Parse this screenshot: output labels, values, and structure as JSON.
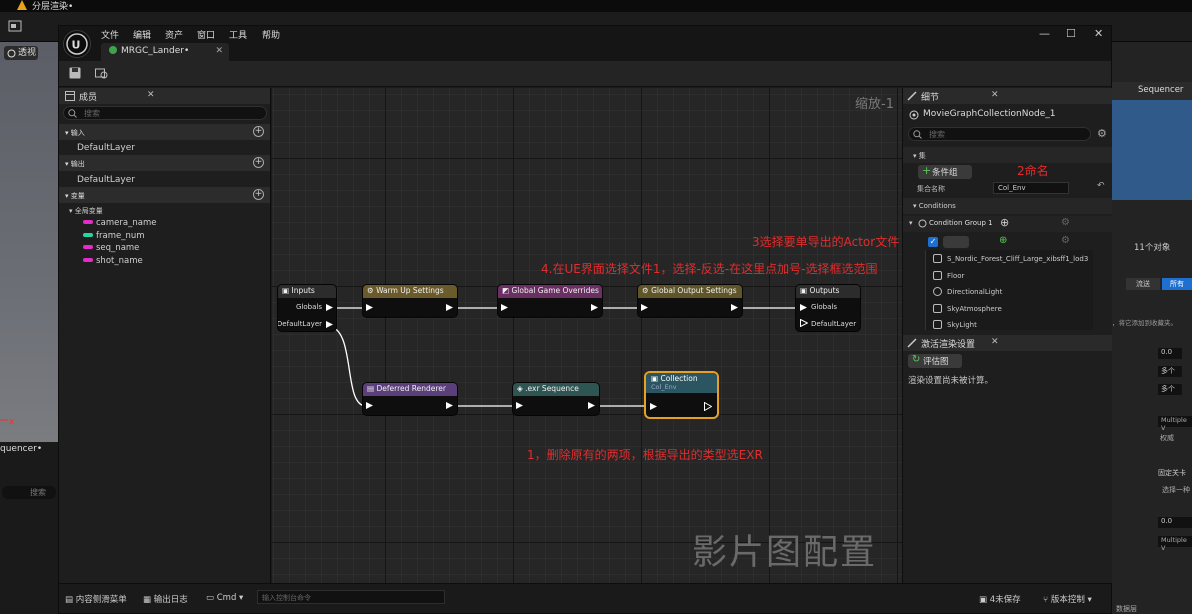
{
  "outer": {
    "title": "分层渲染•",
    "viewport_btn": "透视",
    "seq_label": "quencer•",
    "seq_search": "搜索",
    "right_tab": "Sequencer",
    "right_count": "11个对象",
    "right_btn1": "流送",
    "right_btn2": "所有",
    "right_hint": "，将它添加到收藏夹。",
    "right_v1": "0.0",
    "right_v2": "多个",
    "right_v3": "多个",
    "right_mv1": "Multiple V",
    "right_quan": "权威",
    "right_fixed": "固定关卡",
    "right_select": "选择一种",
    "right_v4": "0.0",
    "right_mv2": "Multiple V",
    "right_data": "数据层"
  },
  "menu": [
    "文件",
    "编辑",
    "资产",
    "窗口",
    "工具",
    "帮助"
  ],
  "doc_tab": "MRGC_Lander•",
  "left": {
    "title": "成员",
    "search_placeholder": "搜索",
    "inputs_header": "输入",
    "inputs_item": "DefaultLayer",
    "outputs_header": "输出",
    "outputs_item": "DefaultLayer",
    "vars_header": "变量",
    "global_vars": "全局变量",
    "vars": [
      {
        "name": "camera_name",
        "color": "#e62cc8"
      },
      {
        "name": "frame_num",
        "color": "#27d6a0"
      },
      {
        "name": "seq_name",
        "color": "#e62cc8"
      },
      {
        "name": "shot_name",
        "color": "#e62cc8"
      }
    ]
  },
  "graph": {
    "zoom": "缩放-1",
    "watermark": "影片图配置",
    "nodes": {
      "inputs": {
        "title": "Inputs",
        "globals": "Globals",
        "layer": "DefaultLayer"
      },
      "warmup": {
        "title": "Warm Up Settings",
        "color": "#6b5a2a"
      },
      "gameoverrides": {
        "title": "Global Game Overrides",
        "color": "#6a2f63"
      },
      "outputsettings": {
        "title": "Global Output Settings",
        "color": "#5f5528"
      },
      "outputs": {
        "title": "Outputs",
        "globals": "Globals",
        "layer": "DefaultLayer"
      },
      "deferred": {
        "title": "Deferred Renderer",
        "color": "#5a3f7a"
      },
      "exr": {
        "title": ".exr Sequence",
        "color": "#2e5552"
      },
      "collection": {
        "title": "Collection",
        "subtitle": "Col_Env",
        "color": "#2b5560"
      }
    },
    "notes": {
      "n3": "3选择要单导出的Actor文件",
      "n4": "4.在UE界面选择文件1，选择-反选-在这里点加号-选择框选范围",
      "n1": "1，删除原有的两项，根据导出的类型选EXR"
    }
  },
  "details": {
    "tab": "细节",
    "object_name": "MovieGraphCollectionNode_1",
    "search_placeholder": "搜索",
    "section_set": "集",
    "condition_group_btn": "条件组",
    "note2": "2命名",
    "collection_name_label": "集合名称",
    "collection_name_value": "Col_Env",
    "conditions_section": "Conditions",
    "condition_group": "Condition Group 1",
    "actors": [
      "S_Nordic_Forest_Cliff_Large_xibsff1_lod3",
      "Floor",
      "DirectionalLight",
      "SkyAtmosphere",
      "SkyLight"
    ]
  },
  "render_settings": {
    "tab": "激活渲染设置",
    "evaluate_btn": "评估图",
    "message": "渲染设置尚未被计算。"
  },
  "status": {
    "content_drawer": "内容侧滑菜单",
    "output_log": "输出日志",
    "cmd": "Cmd",
    "cmd_placeholder": "输入控制台命令",
    "unsaved": "4未保存",
    "version_control": "版本控制"
  }
}
